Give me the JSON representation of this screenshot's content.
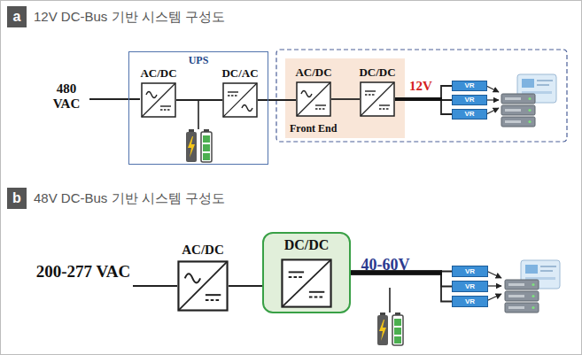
{
  "diagram": {
    "nodes": [
      {
        "text": [
          "a",
          "12V DC-Bus 기반 시스템 구성도"
        ]
      },
      {
        "text": [
          "UPS"
        ],
        "in": 0
      },
      {
        "text": [
          "AC/DC"
        ],
        "in": 1
      },
      {
        "text": [
          "DC/AC"
        ],
        "in": 1
      },
      {
        "text": [
          "Front End"
        ],
        "in": 0
      },
      {
        "text": [
          "AC/DC"
        ],
        "in": 4
      },
      {
        "text": [
          "DC/DC"
        ],
        "in": 4
      },
      {
        "text": [
          "VR"
        ],
        "in": 0
      },
      {
        "text": [
          "VR"
        ],
        "in": 0
      },
      {
        "text": [
          "VR"
        ],
        "in": 0
      },
      {
        "text": [
          "b",
          "48V DC-Bus 기반 시스템 구성도"
        ]
      },
      {
        "text": [
          "AC/DC"
        ],
        "in": 10
      },
      {
        "text": [
          "DC/DC"
        ],
        "in": 10
      },
      {
        "text": [
          "VR"
        ],
        "in": 10
      },
      {
        "text": [
          "VR"
        ],
        "in": 10
      },
      {
        "text": [
          "VR"
        ],
        "in": 10
      }
    ],
    "edges": [
      {
        "from": 2,
        "to": 3,
        "arrow": "none"
      },
      {
        "from": 3,
        "to": 5,
        "arrow": "none"
      },
      {
        "from": 5,
        "to": 6,
        "arrow": "none"
      },
      {
        "from": 6,
        "to": 7,
        "arrow": "none"
      },
      {
        "from": 6,
        "to": 8,
        "arrow": "none"
      },
      {
        "from": 6,
        "to": 9,
        "arrow": "none"
      },
      {
        "from": 11,
        "to": 12,
        "arrow": "none"
      },
      {
        "from": 12,
        "to": 13,
        "arrow": "none"
      },
      {
        "from": 12,
        "to": 14,
        "arrow": "none"
      },
      {
        "from": 12,
        "to": 15,
        "arrow": "none"
      }
    ],
    "labels": [
      "480 VAC",
      "12V",
      "200-277 VAC",
      "40-60V"
    ]
  }
}
